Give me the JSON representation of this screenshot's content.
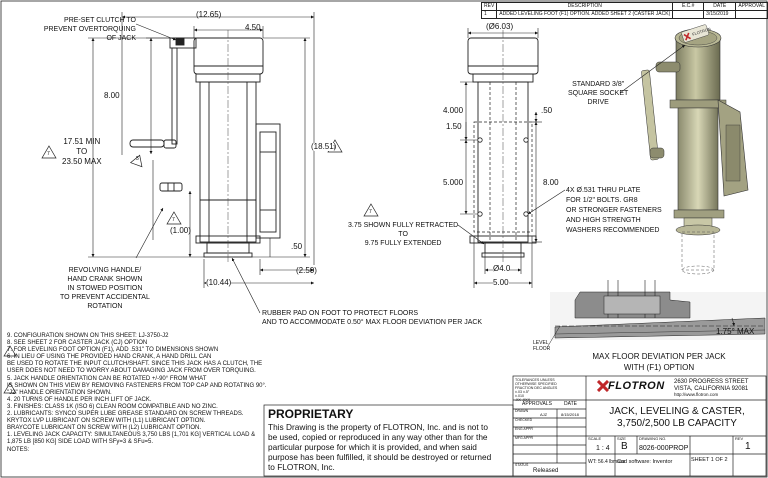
{
  "revision_table": {
    "headers": [
      "REV",
      "DESCRIPTION",
      "E.C.#",
      "DATE",
      "APPROVAL"
    ],
    "rows": [
      {
        "rev": "1",
        "description": "ADDED LEVELING FOOT (F1) OPTION. ADDED SHEET 2 (CASTER JACK)",
        "ecn": "",
        "date": "3/15/2019",
        "approval": ""
      }
    ]
  },
  "side_view": {
    "callout_clutch": [
      "PRE-SET CLUTCH TO",
      "PREVENT OVERTORQUING",
      "OF JACK"
    ],
    "dim_12_65": "(12.65)",
    "dim_4_50": "4.50",
    "dim_8_00": "8.00",
    "dim_17_51": [
      "17.51 MIN",
      "TO",
      "23.50 MAX"
    ],
    "dim_18_51": "(18.51)",
    "dim_1_00": "(1.00)",
    "dim_50": ".50",
    "dim_2_50": "(2.50)",
    "dim_10_44": "(10.44)",
    "callout_handle": [
      "REVOLVING HANDLE/",
      "HAND CRANK SHOWN",
      "IN STOWED POSITION",
      "TO PREVENT ACCIDENTAL",
      "ROTATION"
    ],
    "callout_rubber": [
      "RUBBER PAD ON FOOT TO PROTECT FLOORS",
      "AND TO ACCOMMODATE 0.50° MAX FLOOR DEVIATION PER JACK"
    ],
    "tri_7a": "7",
    "tri_5": "5",
    "tri_7b": "7",
    "tri_7c": "7"
  },
  "front_view": {
    "dia_6_03": "(Ø6.03)",
    "dim_4_000": "4.000",
    "dim_50_top": ".50",
    "dim_1_50": "1.50",
    "dim_5_000": "5.000",
    "dim_8_00": "8.00",
    "dia_4_0": "Ø4.0",
    "dim_5_00": "5.00",
    "callout_holes": [
      "4X  Ø.531 THRU PLATE",
      "FOR 1/2\" BOLTS.  GR8",
      "OR STRONGER FASTENERS",
      "AND HIGH STRENGTH",
      "WASHERS RECOMMENDED"
    ],
    "callout_retract": [
      "3.75 SHOWN FULLY RETRACTED",
      "TO",
      "9.75 FULLY EXTENDED"
    ],
    "tri_7": "7"
  },
  "iso_view": {
    "callout_socket": [
      "STANDARD 3/8\"",
      "SQUARE SOCKET",
      "DRIVE"
    ],
    "label_flotron": "FLOTRON"
  },
  "floor_detail": {
    "dim_175": "1.75° MAX",
    "level": "LEVEL",
    "floor": "FLOOR",
    "caption": [
      "MAX FLOOR DEVIATION PER JACK",
      "WITH (F1) OPTION"
    ]
  },
  "notes": [
    "9.   CONFIGURATION SHOWN ON THIS SHEET: LJ-3750-J2",
    "8.   SEE SHEET 2 FOR CASTER JACK (CJ) OPTION",
    "7.   FOR LEVELING FOOT OPTION (F1), ADD .531\" TO DIMENSIONS SHOWN",
    "6.   IN LIEU OF USING THE PROVIDED HAND CRANK, A HAND DRILL CAN",
    "      BE USED TO ROTATE THE INPUT CLUTCH/SHAFT.  SINCE THIS JACK HAS A CLUTCH, THE",
    "      USER DOES NOT NEED TO WORRY ABOUT DAMAGING JACK FROM OVER TORQUING.",
    "5.   JACK HANDLE ORIENTATION CAN BE ROTATED +/-90° FROM WHAT",
    "      IS SHOWN ON THIS VIEW BY REMOVING FASTENERS FROM TOP CAP AND ROTATING 90°.",
    "      \"J2\" HANDLE ORIENTATION SHOWN.",
    "4.   20 TURNS OF HANDLE PER INCH LIFT OF JACK.",
    "3.   FINISHES:  CLASS 1K (ISO 6) CLEAN ROOM COMPATIBLE AND NO ZINC.",
    "2.   LUBRICANTS:  SYNCO SUPER LUBE GREASE STANDARD ON SCREW THREADS.",
    "                       KRYTOX LVP LUBRICANT ON SCREW WITH (L1) LUBRICANT OPTION.",
    "                       BRAYCOTE LUBRICANT ON SCREW WITH (L2) LUBRICANT OPTION.",
    "1.   LEVELING JACK CAPACITY: SIMULTANEOUS 3,750 LBS [1,701 KG] VERTICAL LOAD &",
    "      1,875 LB [850 KG] SIDE LOAD WITH SFy=3 & SFu=5.",
    "NOTES:"
  ],
  "proprietary": {
    "title": "PROPRIETARY",
    "text": [
      "This Drawing is the property of FLOTRON, Inc. and is not to",
      "be used, copied or reproduced in any way other than for the",
      "particular purpose for which it is provided, and when said",
      "purpose has been fulfilled, it should be destroyed or returned",
      "to FLOTRON, Inc."
    ]
  },
  "title_block": {
    "tolerances": [
      "TOLERANCES UNLESS",
      "OTHERWISE SPECIFIED",
      "FRACTION  DEC    ANGLES",
      "                  ±.03     ±.5°",
      "                  ±.010",
      ".XX        .XXX"
    ],
    "approvals": "APPROVALS",
    "date_hdr": "DATE",
    "drawn": "DRAWN",
    "drawn_by": "AJZ",
    "drawn_date": "8/15/2018",
    "checked": "CHECKED",
    "eng_appr": "ENG APPR",
    "mfg_appr": "MFG APPR",
    "status_lbl": "STATUS",
    "status": "Released",
    "company": "FLOTRON",
    "address": [
      "2630 PROGRESS STREET",
      "VISTA, CALIFORNIA 92081",
      "http://www.flotron.com"
    ],
    "title": [
      "JACK, LEVELING & CASTER,",
      "3,750/2,500  LB CAPACITY"
    ],
    "scale_lbl": "SCALE",
    "scale": "1 : 4",
    "size_lbl": "SIZE",
    "size": "B",
    "dwg_lbl": "DRAWING NO.",
    "dwg": "8026-000PROP",
    "rev_lbl": "REV",
    "rev": "1",
    "weight": "WT: 56.4 lbmass",
    "cad": "Cad software: Inventor",
    "sheet": "SHEET  1  OF  2"
  }
}
